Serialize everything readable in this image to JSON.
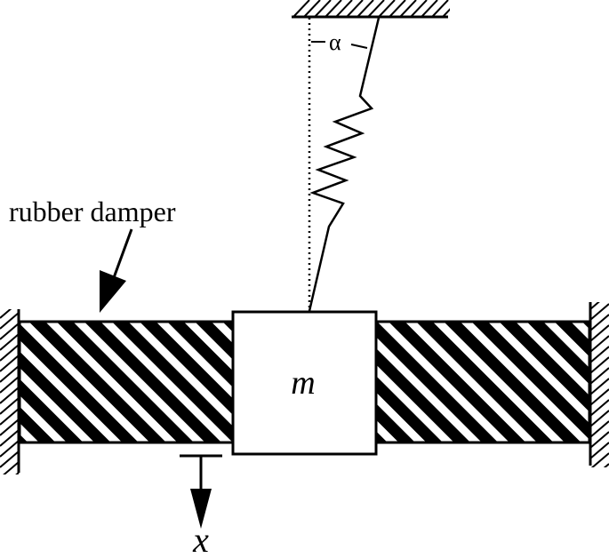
{
  "labels": {
    "damper": "rubber damper",
    "mass": "m",
    "angle": "α",
    "displacement": "x"
  },
  "colors": {
    "ink": "#000000",
    "background": "#ffffff"
  }
}
